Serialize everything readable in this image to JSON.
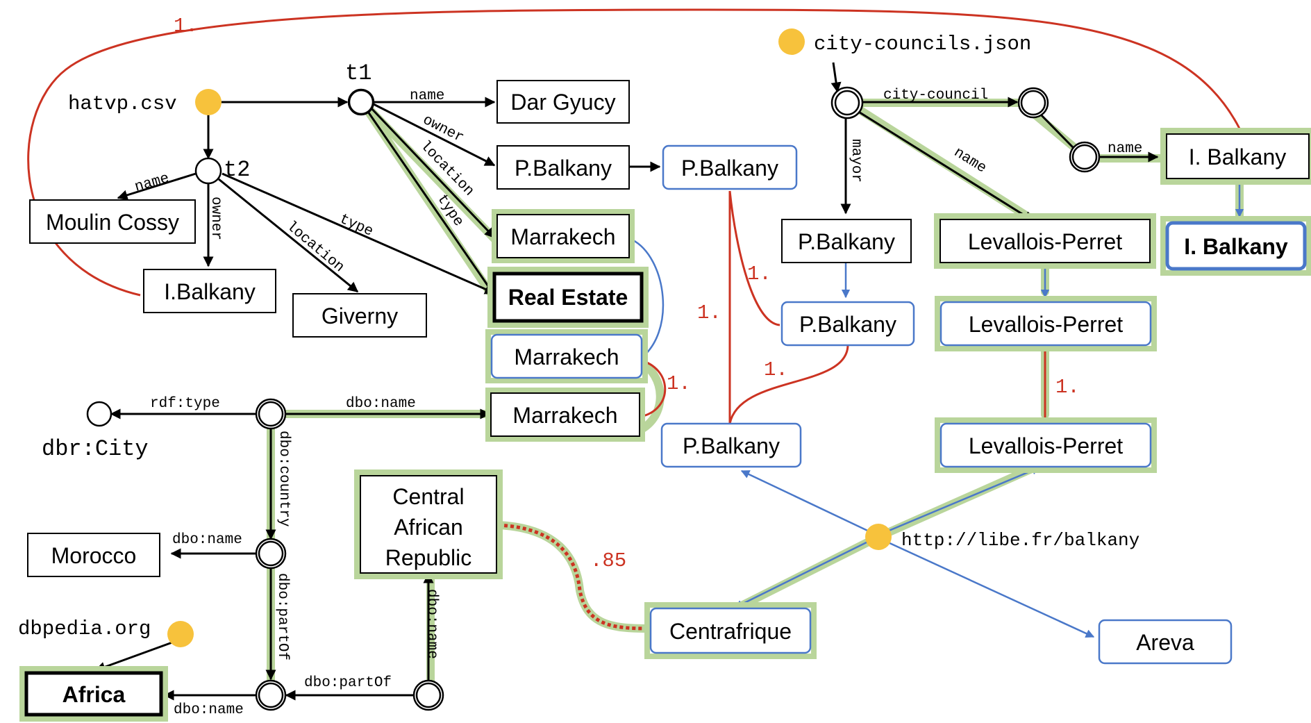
{
  "boxes": {
    "dar_gyucy": "Dar Gyucy",
    "p_balkany_1": "P.Balkany",
    "p_balkany_ext": "P.Balkany",
    "marrakech_1": "Marrakech",
    "real_estate": "Real Estate",
    "moulin_cossy": "Moulin Cossy",
    "i_balkany_1": "I.Balkany",
    "giverny": "Giverny",
    "marrakech_2": "Marrakech",
    "marrakech_3": "Marrakech",
    "p_balkany_mayor": "P.Balkany",
    "p_balkany_mid": "P.Balkany",
    "p_balkany_libe": "P.Balkany",
    "levallois_1": "Levallois-Perret",
    "levallois_2": "Levallois-Perret",
    "levallois_3": "Levallois-Perret",
    "i_balkany_2": "I. Balkany",
    "i_balkany_3": "I. Balkany",
    "morocco": "Morocco",
    "africa": "Africa",
    "central_african_republic": [
      "Central",
      "African",
      "Republic"
    ],
    "centrafrique": "Centrafrique",
    "areva": "Areva"
  },
  "nodes": {
    "t1": "t1",
    "t2": "t2"
  },
  "sources": {
    "hatvp": "hatvp.csv",
    "city_councils": "city-councils.json",
    "libe": "http://libe.fr/balkany",
    "dbpedia": "dbpedia.org",
    "dbr_city": "dbr:City"
  },
  "edge_labels": {
    "t1_name": "name",
    "t1_owner": "owner",
    "t1_location": "location",
    "t1_type": "type",
    "t2_name": "name",
    "t2_owner": "owner",
    "t2_location": "location",
    "t2_type": "type",
    "city_council": "city-council",
    "mayor": "mayor",
    "cc_name": "name",
    "council_name": "name",
    "rdf_type": "rdf:type",
    "dbo_name_city": "dbo:name",
    "dbo_country": "dbo:country",
    "dbo_name_country": "dbo:name",
    "dbo_partof_1": "dbo:partOf",
    "dbo_partof_2": "dbo:partOf",
    "dbo_name_car": "dbo:name",
    "dbo_name_africa": "dbo:name"
  },
  "scores": {
    "top": "1.",
    "marrakech": "1.",
    "pb_right": "1.",
    "pb_left": "1.",
    "pb_lower": "1.",
    "levallois": "1.",
    "car": ".85"
  },
  "colors": {
    "source_node": "#f7c23c",
    "similarity": "#cc3322",
    "extraction": "#4a78c9",
    "answer_path": "#b9d59b"
  }
}
